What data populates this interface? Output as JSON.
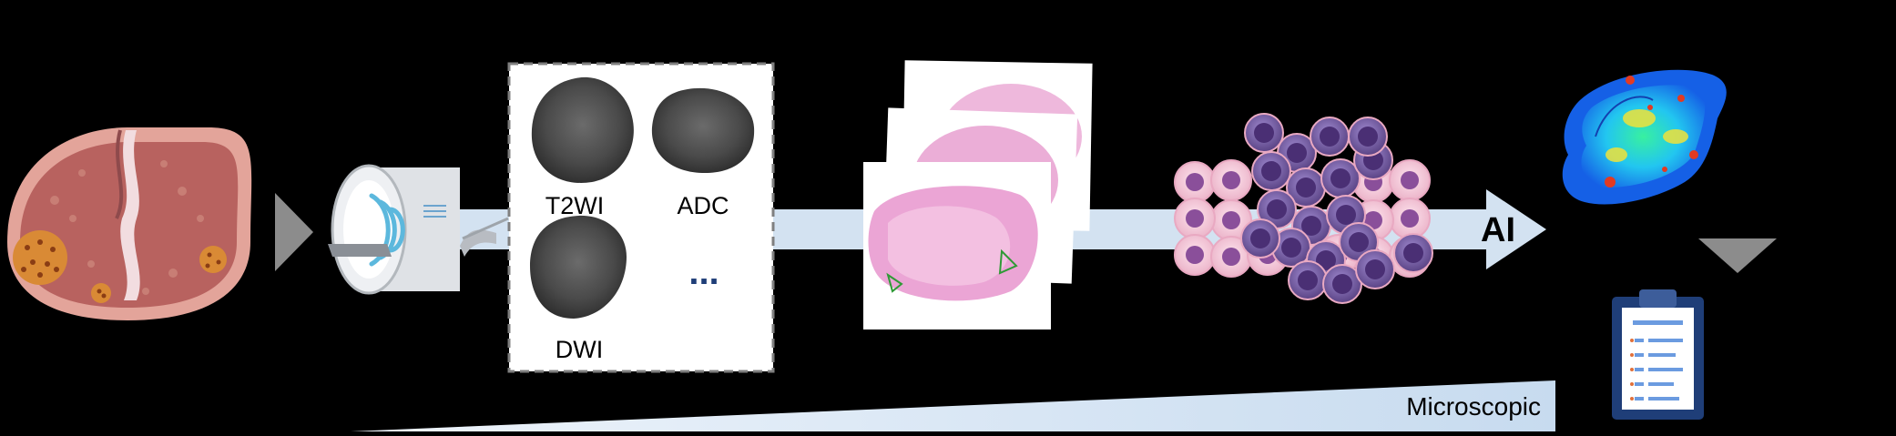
{
  "modalities": {
    "t2wi": "T2WI",
    "adc": "ADC",
    "dwi": "DWI",
    "more": "..."
  },
  "ai_label": "AI",
  "scale_label": "Microscopic",
  "colors": {
    "background": "#000000",
    "flow_band": "#d3e2f1",
    "arrow_gray": "#8c8c8c",
    "prostate_outer": "#e3a49a",
    "prostate_inner": "#b8625f",
    "cell_pink": "#f1c6d6",
    "cell_purple": "#7e5fa7",
    "tumor_blue": "#1560e6",
    "clipboard": "#1f3e78"
  },
  "icons": {
    "prostate": "prostate-cross-section-icon",
    "mri": "mri-scanner-icon",
    "pathology": "he-slide-stack-icon",
    "cells": "cell-cluster-icon",
    "heatmap": "tumor-heatmap-icon",
    "report": "clipboard-report-icon"
  }
}
